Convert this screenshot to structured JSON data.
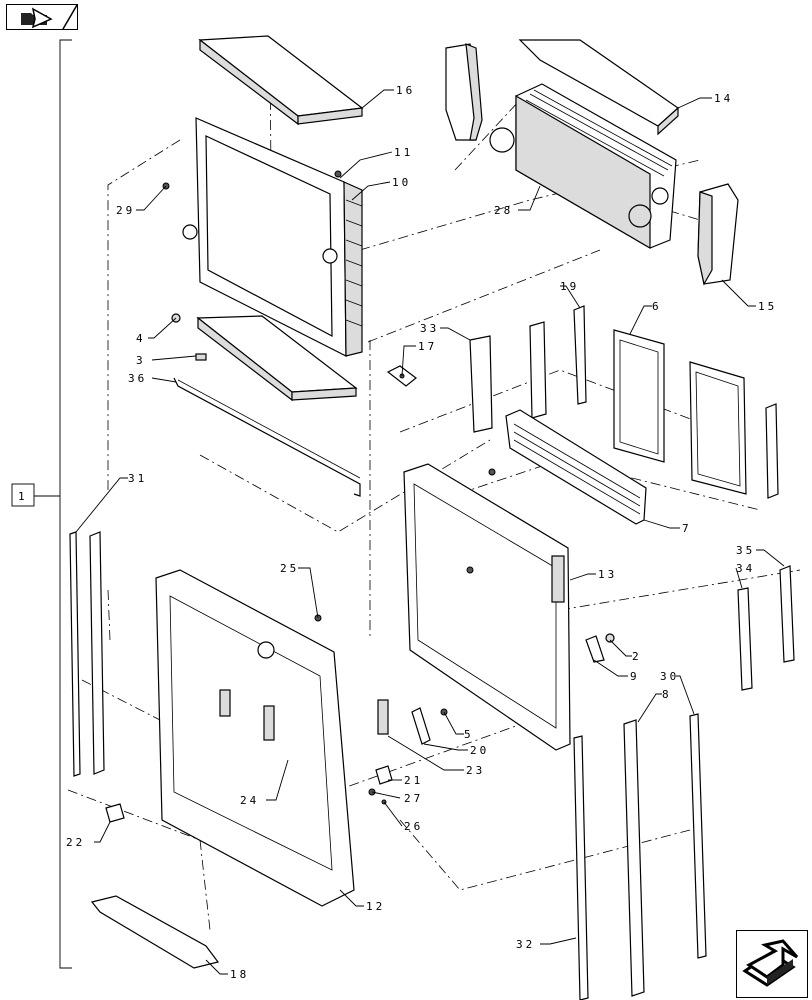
{
  "callouts": [
    "1",
    "2",
    "3",
    "4",
    "5",
    "6",
    "7",
    "8",
    "9",
    "10",
    "11",
    "12",
    "13",
    "14",
    "15",
    "16",
    "17",
    "18",
    "19",
    "20",
    "21",
    "22",
    "23",
    "24",
    "25",
    "26",
    "27",
    "28",
    "29",
    "30",
    "31",
    "32",
    "33",
    "34",
    "35",
    "36"
  ],
  "icons": {
    "top_nav": "folder-arrow-icon",
    "bottom_nav": "next-page-arrow-icon"
  }
}
